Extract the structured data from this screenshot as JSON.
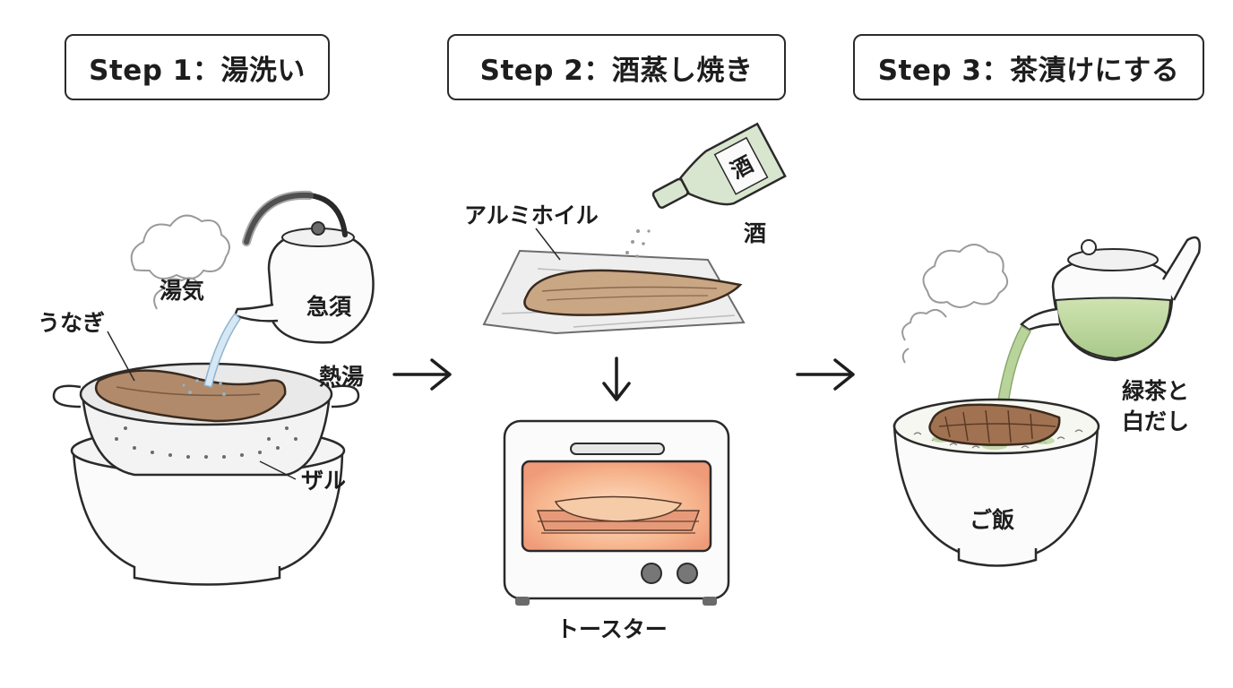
{
  "steps": [
    {
      "title": "Step 1：湯洗い"
    },
    {
      "title": "Step 2：酒蒸し焼き"
    },
    {
      "title": "Step 3：茶漬けにする"
    }
  ],
  "step1": {
    "steam": "湯気",
    "eel": "うなぎ",
    "kettle": "急須",
    "hot_water": "熱湯",
    "colander": "ザル"
  },
  "step2": {
    "foil": "アルミホイル",
    "sake": "酒",
    "bottle_label": "酒",
    "toaster": "トースター"
  },
  "step3": {
    "tea": "緑茶と",
    "dashi": "白だし",
    "rice": "ご飯"
  },
  "colors": {
    "eel": "#b08a6a",
    "tea": "#b8d49a",
    "toaster_glow": "#f6b48c"
  }
}
